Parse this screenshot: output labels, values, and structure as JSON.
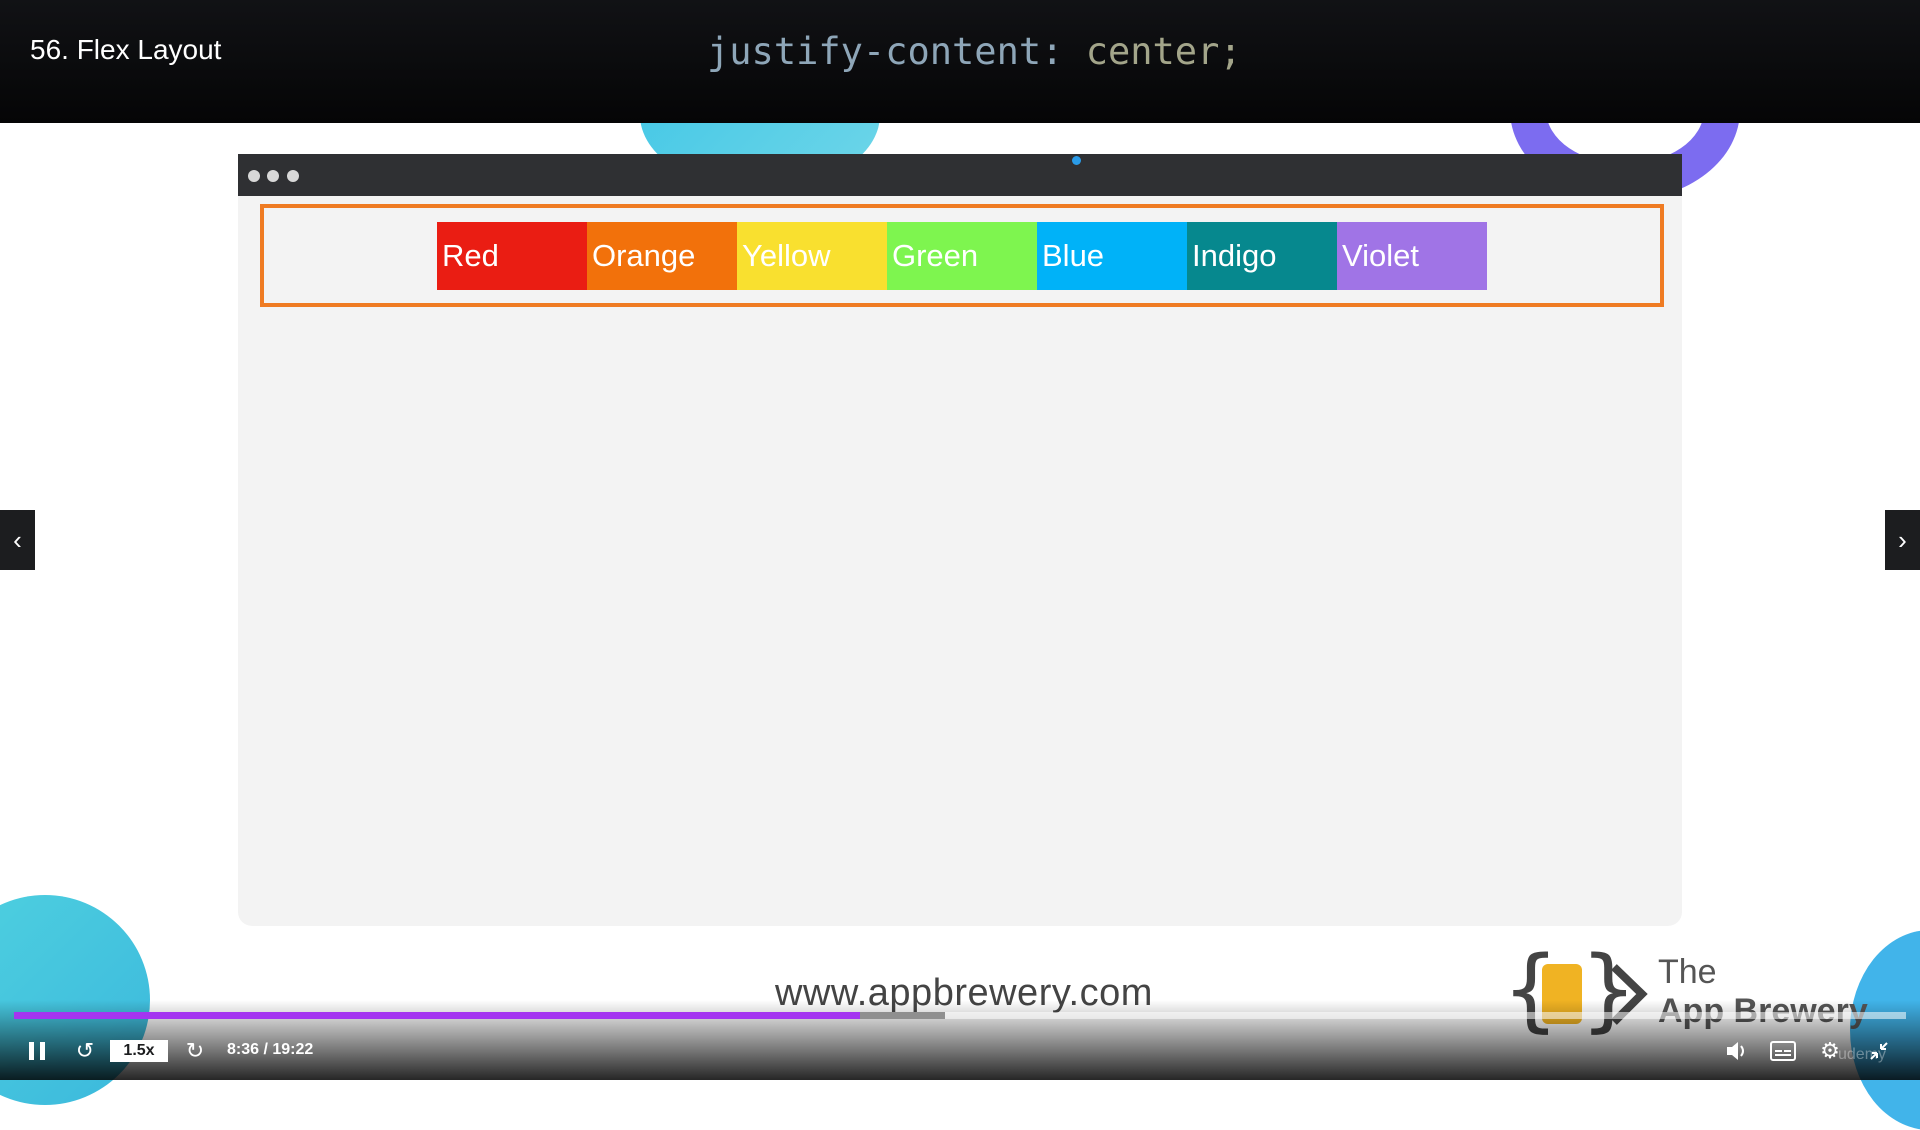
{
  "header": {
    "lecture_title": "56. Flex Layout",
    "code_property": "justify-content:",
    "code_value": " center;"
  },
  "demo": {
    "boxes": [
      {
        "label": "Red",
        "color": "#ea1d13"
      },
      {
        "label": "Orange",
        "color": "#f2710b"
      },
      {
        "label": "Yellow",
        "color": "#f9e02f"
      },
      {
        "label": "Green",
        "color": "#7ef54f"
      },
      {
        "label": "Blue",
        "color": "#00b2f8"
      },
      {
        "label": "Indigo",
        "color": "#06888e"
      },
      {
        "label": "Violet",
        "color": "#a074e6"
      }
    ],
    "container_border_color": "#ef7b22"
  },
  "footer": {
    "url": "www.appbrewery.com",
    "logo_the": "The",
    "logo_name": "App Brewery"
  },
  "player": {
    "speed": "1.5x",
    "time": "8:36 / 19:22",
    "progress": 0.447,
    "buffered": 0.492,
    "watermark": "udemy",
    "accent_color": "#a435f0"
  },
  "icons": {
    "prev": "chevron-left-icon",
    "next": "chevron-right-icon",
    "pause": "pause-icon",
    "rewind": "rewind-icon",
    "forward": "forward-icon",
    "volume": "volume-icon",
    "captions": "captions-icon",
    "settings": "gear-icon",
    "fullscreen": "exit-fullscreen-icon"
  }
}
